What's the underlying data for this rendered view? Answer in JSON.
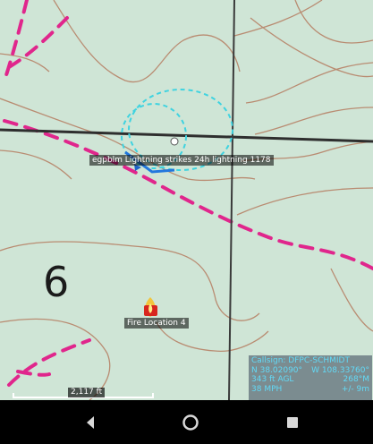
{
  "map": {
    "track_label": "egpblm Lightning strikes 24h lightning 1178",
    "fire_label": "Fire Location 4",
    "grid_number": "6",
    "scale_label": "2,117 ft"
  },
  "info_panel": {
    "callsign": "Callsign: DFPC-SCHMIDT",
    "lat": "N 38.02090°",
    "lon": "W 108.33760°",
    "altitude": "343 ft AGL",
    "heading": "268°M",
    "speed": "38 MPH",
    "accuracy": "+/- 9m"
  },
  "icons": {
    "fire": "fire-icon",
    "back": "back-icon",
    "home": "home-icon",
    "recents": "recents-icon"
  },
  "colors": {
    "map_background": "#cfe5d6",
    "contour": "#b98c72",
    "boundary": "#e0268c",
    "track": "#3fd3e0",
    "info_text": "#62d9f6"
  }
}
